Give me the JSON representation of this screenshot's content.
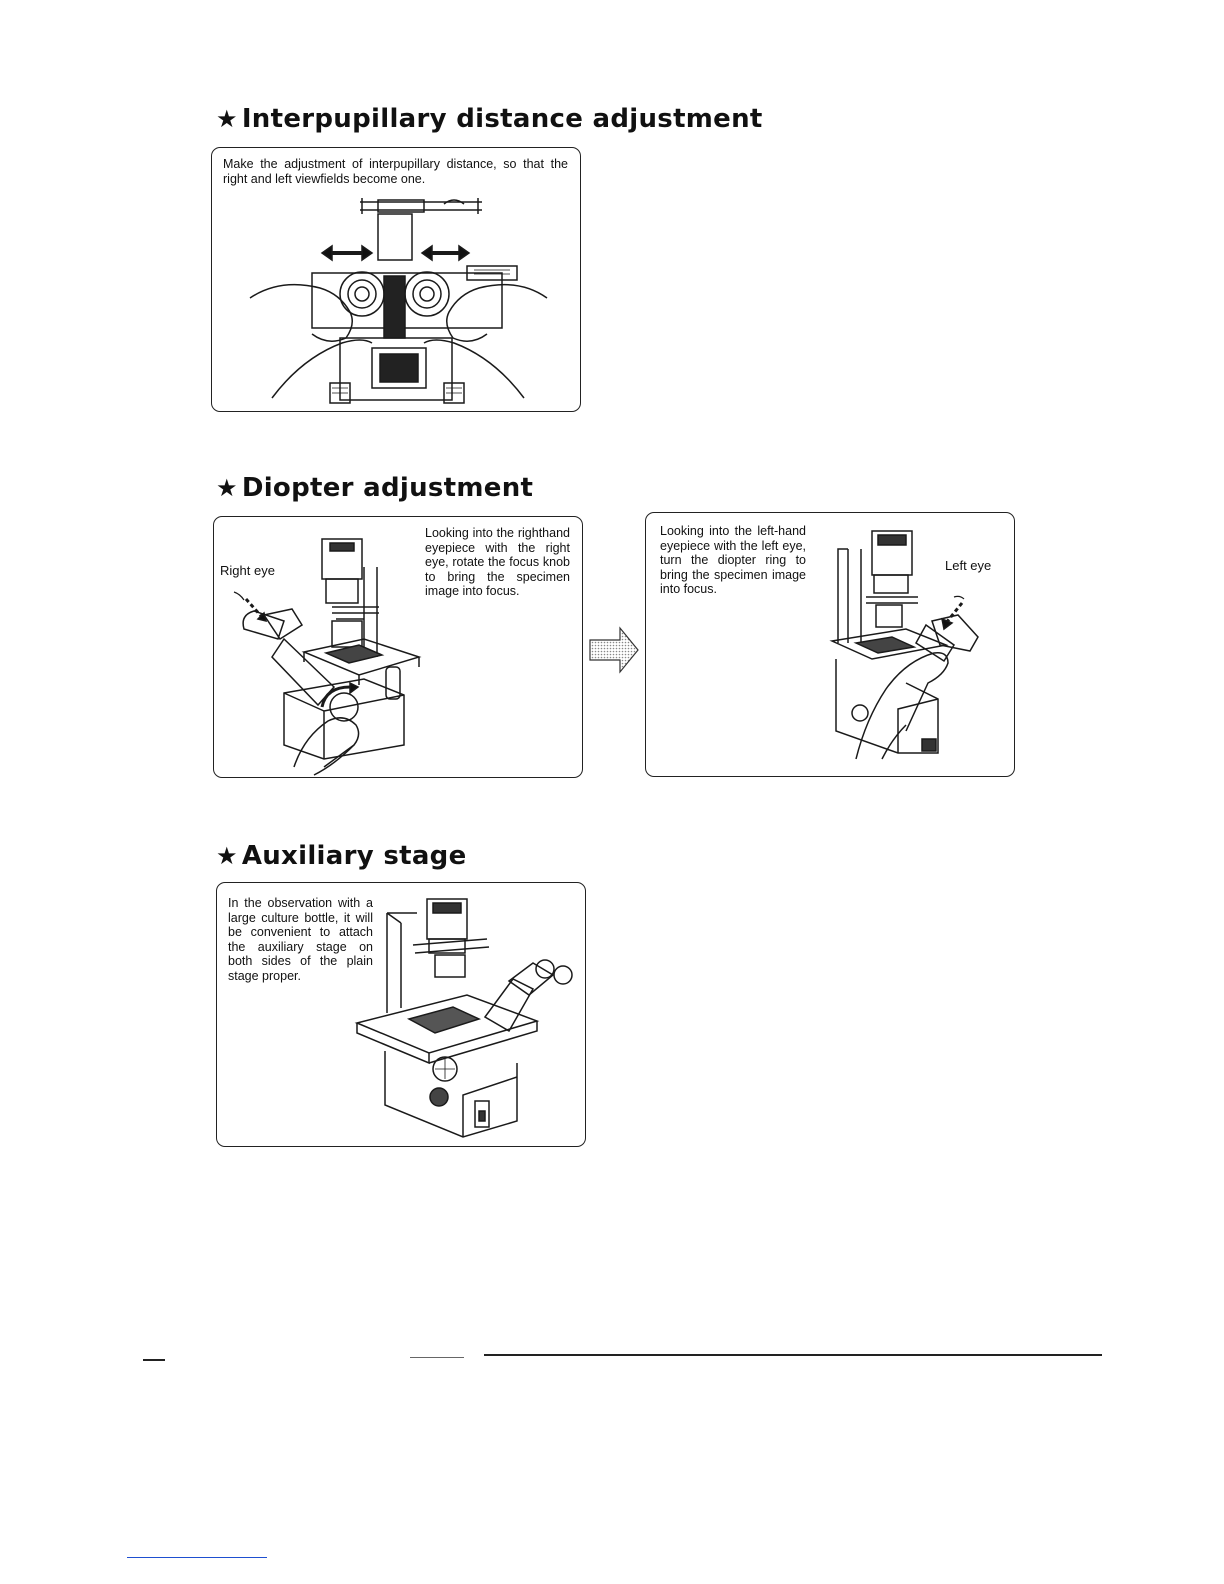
{
  "sections": {
    "interpupillary": {
      "star": "★",
      "title": "Interpupillary distance adjustment",
      "description": "Make the adjustment of interpupillary distance, so that the right and left viewfields become one."
    },
    "diopter": {
      "star": "★",
      "title": "Diopter adjustment",
      "step1": {
        "eye_label": "Right eye",
        "description": "Looking into the righthand eyepiece with the right eye, rotate the focus knob to bring the specimen image into focus."
      },
      "step2": {
        "eye_label": "Left eye",
        "description": "Looking into the left-hand eyepiece with the left eye, turn the diopter ring to bring the specimen image into focus."
      }
    },
    "auxiliary": {
      "star": "★",
      "title": "Auxiliary stage",
      "description": "In the observation with a large culture bottle, it will be convenient to attach the auxiliary stage on both sides of the plain stage proper."
    }
  },
  "icons": {
    "next_step": "right-arrow-icon",
    "diopter_direction": "dashed-arrow-icon",
    "slide_direction": "double-arrow-icon"
  }
}
